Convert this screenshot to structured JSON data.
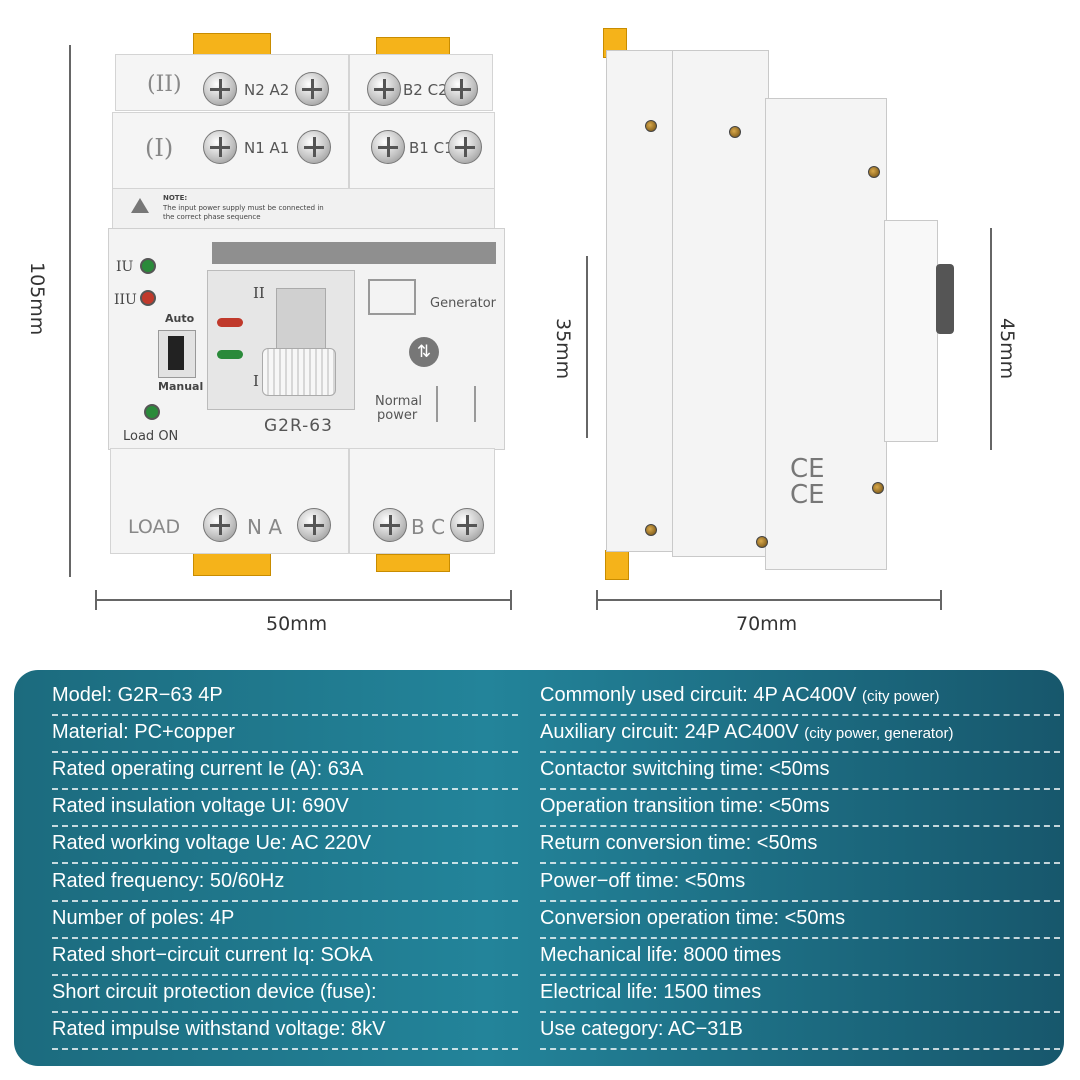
{
  "dimensions": {
    "height_front": "105mm",
    "width_front": "50mm",
    "depth_side": "70mm",
    "height_handle": "35mm",
    "height_body": "45mm"
  },
  "device": {
    "row2_roman": "(II)",
    "row1_roman": "(I)",
    "t_n2a2": "N2 A2",
    "t_b2c2": "B2 C2",
    "t_n1a1": "N1 A1",
    "t_b1c1": "B1 C1",
    "note_title": "NOTE:",
    "note_line1": "The input power supply must be connected in",
    "note_line2": "the correct phase sequence",
    "led_iu": "IU",
    "led_iiu": "IIU",
    "switch_auto": "Auto",
    "switch_manual": "Manual",
    "load_on": "Load ON",
    "handle_II": "II",
    "handle_I": "I",
    "generator": "Generator",
    "normal_power_1": "Normal",
    "normal_power_2": "power",
    "model_label": "G2R-63",
    "load": "LOAD",
    "t_na": "N A",
    "t_bc": "B C",
    "side_ce": "CE"
  },
  "specs": {
    "left": [
      "Model: G2R−63 4P",
      "Material: PC+copper",
      "Rated operating current Ie (A): 63A",
      "Rated insulation voltage UI: 690V",
      "Rated working voltage Ue: AC 220V",
      "Rated frequency: 50/60Hz",
      "Number of poles: 4P",
      "Rated short−circuit current Iq: SOkA",
      "Short circuit protection device (fuse):",
      "Rated impulse withstand voltage: 8kV"
    ],
    "right": [
      {
        "text": "Commonly used circuit: 4P AC400V ",
        "note": "(city power)"
      },
      {
        "text": "Auxiliary circuit: 24P AC400V ",
        "note": "(city power, generator)"
      },
      {
        "text": "Contactor switching time: <50ms",
        "note": ""
      },
      {
        "text": "Operation transition time: <50ms",
        "note": ""
      },
      {
        "text": "Return conversion time: <50ms",
        "note": ""
      },
      {
        "text": "Power−off time: <50ms",
        "note": ""
      },
      {
        "text": "Conversion operation time: <50ms",
        "note": ""
      },
      {
        "text": "Mechanical life: 8000 times",
        "note": ""
      },
      {
        "text": "Electrical life: 1500 times",
        "note": ""
      },
      {
        "text": "Use category: AC−31B",
        "note": ""
      }
    ]
  },
  "colors": {
    "panel": "#1f7a8e",
    "yellow": "#f5b31a",
    "led_green": "#2a8a3a",
    "led_red": "#c0392b"
  }
}
